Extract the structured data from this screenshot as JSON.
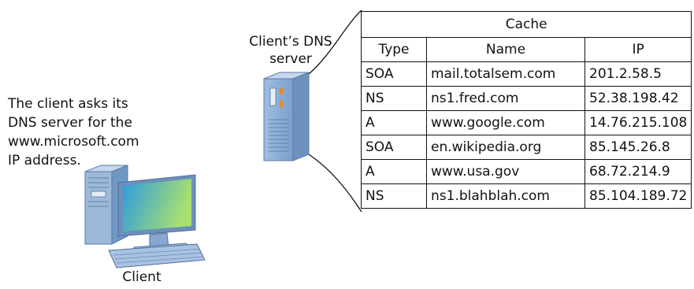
{
  "client_description": {
    "lines": [
      "The client asks its",
      "DNS server for the",
      "www.microsoft.com",
      "IP address."
    ]
  },
  "server_label": {
    "lines": [
      "Client’s DNS",
      "server"
    ]
  },
  "client_label": "Client",
  "icons": {
    "server": "tower-server-icon",
    "client": "desktop-computer-icon",
    "keyboard": "keyboard-icon"
  },
  "colors": {
    "device_blue": "#8fb0d6",
    "monitor_gradient_start": "#2c9be0",
    "monitor_gradient_end": "#a8e070"
  },
  "cache_table": {
    "caption": "Cache",
    "headers": [
      "Type",
      "Name",
      "IP"
    ],
    "rows": [
      [
        "SOA",
        "mail.totalsem.com",
        "201.2.58.5"
      ],
      [
        "NS",
        "ns1.fred.com",
        "52.38.198.42"
      ],
      [
        "A",
        "www.google.com",
        "14.76.215.108"
      ],
      [
        "SOA",
        "en.wikipedia.org",
        "85.145.26.8"
      ],
      [
        "A",
        "www.usa.gov",
        "68.72.214.9"
      ],
      [
        "NS",
        "ns1.blahblah.com",
        "85.104.189.72"
      ]
    ]
  }
}
